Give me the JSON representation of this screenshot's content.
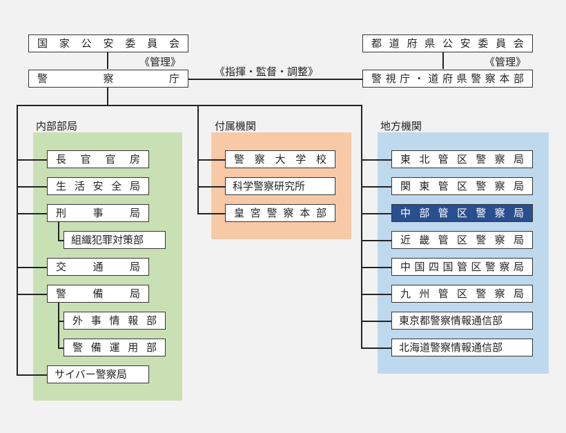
{
  "top": {
    "npsc": "国家公安委員会",
    "npa": "警察庁",
    "ppsc": "都道府県公安委員会",
    "ppd": "警視庁・道府県警察本部",
    "kanri_left": "《管理》",
    "kanri_right": "《管理》",
    "command": "《指揮・監督・調整》"
  },
  "sections": {
    "internal": "内部部局",
    "attached": "付属機関",
    "regional": "地方機関"
  },
  "internal": {
    "chokan": "長官官房",
    "seikatsu": "生活安全局",
    "keiji": "刑事局",
    "soshiki": "組織犯罪対策部",
    "kotsu": "交通局",
    "keibi": "警備局",
    "gaiji": "外事情報部",
    "keibiunyo": "警備運用部",
    "cyber": "サイバー警察局"
  },
  "attached": {
    "daigaku": "警察大学校",
    "kagaku": "科学警察研究所",
    "kogu": "皇宮警察本部"
  },
  "regional": {
    "tohoku": "東北管区警察局",
    "kanto": "関東管区警察局",
    "chubu": "中部管区警察局",
    "kinki": "近畿管区警察局",
    "chugoku": "中国四国管区警察局",
    "kyushu": "九州管区警察局",
    "tokyo": "東京都警察情報通信部",
    "hokkaido": "北海道警察情報通信部"
  },
  "colors": {
    "internal_bg": "#c9e0b5",
    "attached_bg": "#f7c9a6",
    "regional_bg": "#bed8ee",
    "highlight": "#2a4f8f"
  }
}
